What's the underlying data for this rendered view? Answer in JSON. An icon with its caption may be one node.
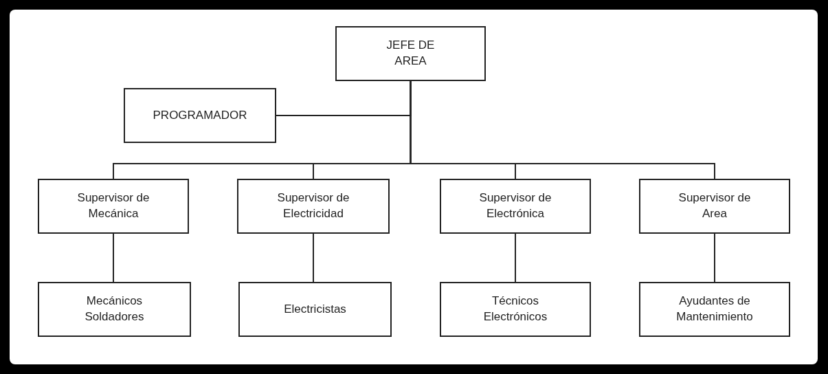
{
  "diagram": {
    "nodes": [
      {
        "text": [
          "JEFE DE AREA"
        ]
      },
      {
        "text": [
          "PROGRAMADOR"
        ]
      },
      {
        "text": [
          "Supervisor de Mecánica"
        ]
      },
      {
        "text": [
          "Supervisor de Electricidad"
        ]
      },
      {
        "text": [
          "Supervisor de Electrónica"
        ]
      },
      {
        "text": [
          "Supervisor de Area"
        ]
      },
      {
        "text": [
          "Mecánicos Soldadores"
        ]
      },
      {
        "text": [
          "Electricistas"
        ]
      },
      {
        "text": [
          "Técnicos Electrónicos"
        ]
      },
      {
        "text": [
          "Ayudantes de Mantenimiento"
        ]
      }
    ],
    "edges": [
      {
        "from": 0,
        "to": 1,
        "arrow": "none"
      },
      {
        "from": 0,
        "to": 2,
        "arrow": "none"
      },
      {
        "from": 0,
        "to": 3,
        "arrow": "none"
      },
      {
        "from": 0,
        "to": 4,
        "arrow": "none"
      },
      {
        "from": 0,
        "to": 5,
        "arrow": "none"
      },
      {
        "from": 2,
        "to": 6,
        "arrow": "none"
      },
      {
        "from": 3,
        "to": 7,
        "arrow": "none"
      },
      {
        "from": 4,
        "to": 8,
        "arrow": "none"
      },
      {
        "from": 5,
        "to": 9,
        "arrow": "none"
      }
    ]
  }
}
